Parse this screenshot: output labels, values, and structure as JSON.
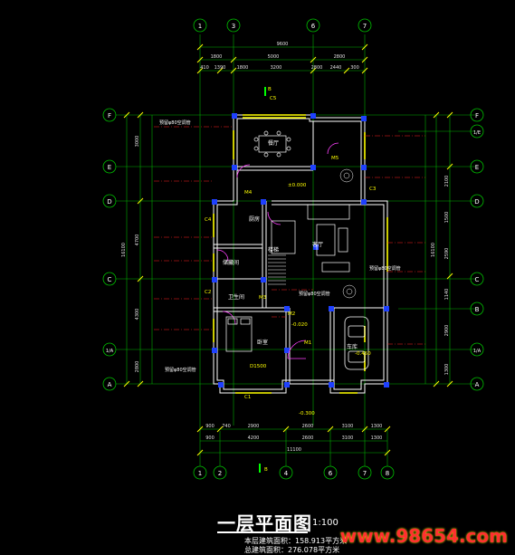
{
  "title": "一层平面图",
  "scale": "1:100",
  "areas": {
    "line1": "本层建筑面积：158.913平方米",
    "line2": "总建筑面积：276.078平方米"
  },
  "watermark": "www.98654.com",
  "axes": {
    "top": [
      "1",
      "3",
      "6",
      "7"
    ],
    "bottom": [
      "1",
      "2",
      "4",
      "6",
      "7",
      "8"
    ],
    "left": [
      "F",
      "E",
      "D",
      "C",
      "1/A",
      "A"
    ],
    "right": [
      "F",
      "1/E",
      "E",
      "D",
      "C",
      "B",
      "1/A",
      "A"
    ]
  },
  "dimensions": {
    "top_total": "9600",
    "top_row": [
      "1800",
      "5000",
      "2800"
    ],
    "top_detail": [
      "410",
      "1390",
      "1800",
      "3200",
      "2800",
      "300",
      "2440"
    ],
    "bottom_detail": [
      "900",
      "740",
      "2900",
      "2600",
      "3100",
      "1300"
    ],
    "bottom_row": [
      "900",
      "4200",
      "2600",
      "3100",
      "1300"
    ],
    "bottom_total": "11100",
    "left_total": "16100",
    "left_row": [
      "3000",
      "4700",
      "4300",
      "2800"
    ],
    "right_total": "16100",
    "right_row": [
      "2100",
      "1500",
      "2590",
      "1140",
      "2900",
      "1300"
    ]
  },
  "rooms": {
    "dining": "餐厅",
    "living": "客厅",
    "bedroom": "卧室",
    "garage": "车库",
    "kitchen": "厨房",
    "stair": "楼梯",
    "storage": "储藏间",
    "bath": "卫生间"
  },
  "marks": {
    "c5": "C5",
    "c4": "C4",
    "c3": "C3",
    "c2": "C2",
    "c1": "C1",
    "m1": "M1",
    "m2": "M2",
    "m3": "M3",
    "m4": "M4",
    "m5": "M5",
    "d1500": "D1500",
    "level0": "±0.000",
    "levelneg": "-0.020",
    "level300": "-0.300",
    "level450": "-0.450",
    "b": "B"
  },
  "notes": {
    "pipe1": "预留φ80空调管",
    "pipe2": "预留φ80空调管",
    "pipe3": "预留φ80空调管",
    "pipe4": "预留φ80空调管"
  }
}
